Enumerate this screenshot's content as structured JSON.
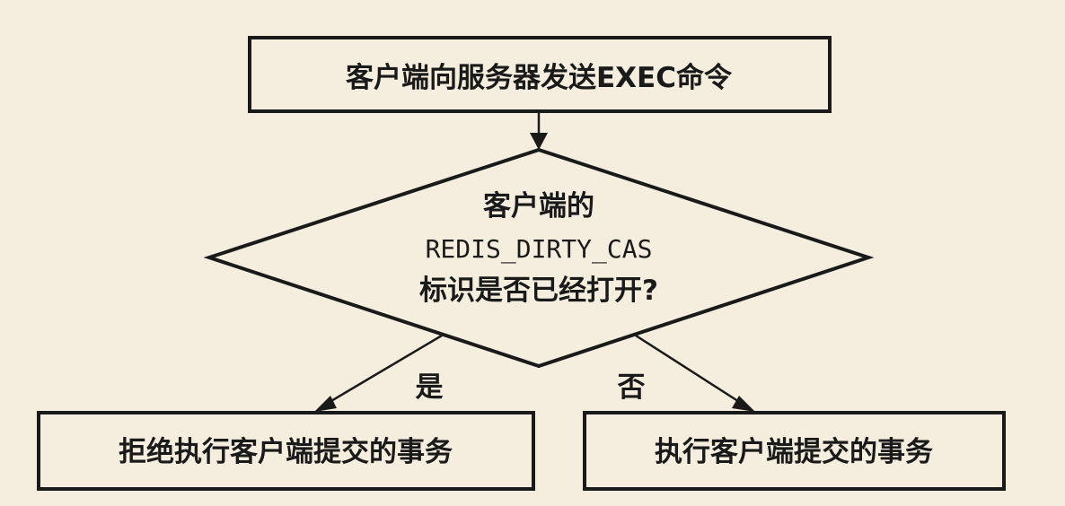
{
  "nodes": {
    "start": {
      "text": "客户端向服务器发送EXEC命令"
    },
    "decision": {
      "line1": "客户端的",
      "line2": "REDIS_DIRTY_CAS",
      "line3": "标识是否已经打开?"
    },
    "reject": {
      "text": "拒绝执行客户端提交的事务"
    },
    "execute": {
      "text": "执行客户端提交的事务"
    }
  },
  "edges": {
    "yes_label": "是",
    "no_label": "否"
  }
}
